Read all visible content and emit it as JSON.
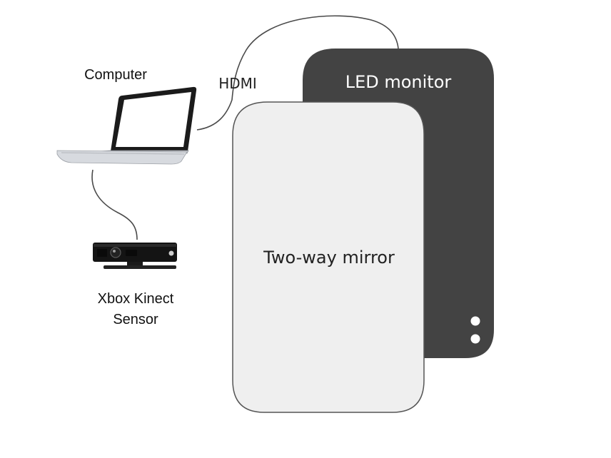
{
  "labels": {
    "computer": "Computer",
    "hdmi": "HDMI",
    "led_monitor": "LED monitor",
    "two_way_mirror": "Two-way mirror",
    "kinect_line1": "Xbox Kinect",
    "kinect_line2": "Sensor"
  },
  "colors": {
    "monitor_fill": "#434343",
    "mirror_fill": "#efefef",
    "mirror_stroke": "#555555",
    "cable": "#4a4a4a",
    "monitor_text": "#ffffff",
    "mirror_text": "#222222"
  }
}
